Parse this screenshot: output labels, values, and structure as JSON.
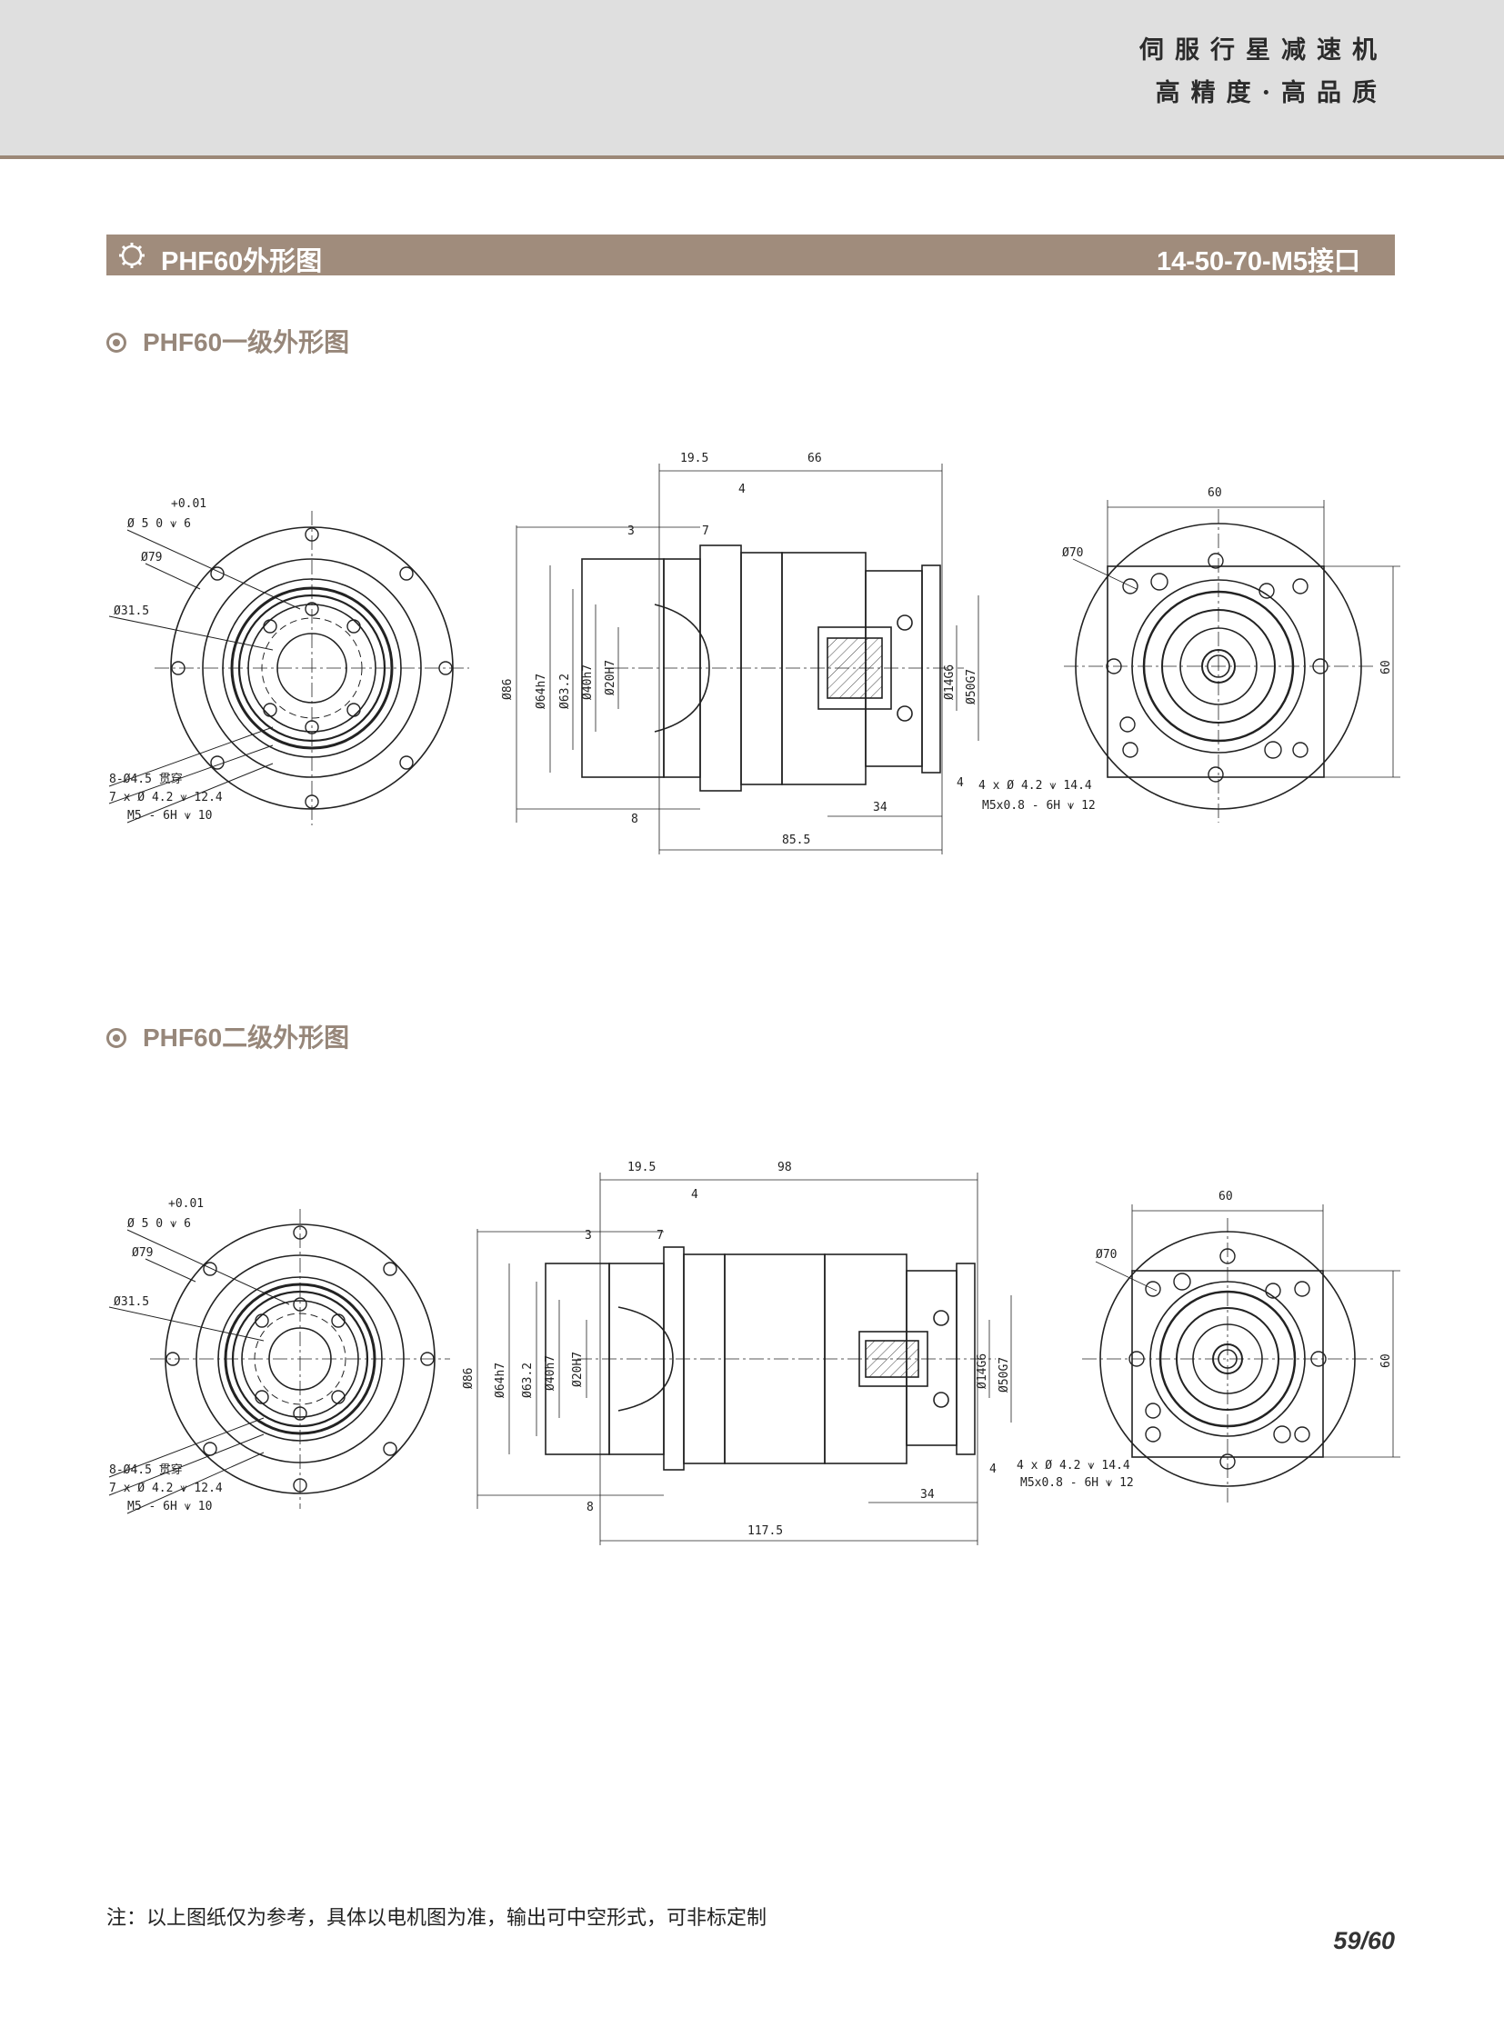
{
  "header": {
    "slogan_line1": "伺服行星减速机",
    "slogan_line2": "高精度·高品质"
  },
  "title_bar": {
    "left": "PHF60外形图",
    "right": "14-50-70-M5接口"
  },
  "sections": [
    {
      "heading": "PHF60一级外形图",
      "dims": {
        "tol": "+0.01",
        "pin": "Ø 5  0  ⩛ 6",
        "d79": "Ø79",
        "d31": "Ø31.5",
        "holes1": "8-Ø4.5 贯穿",
        "holes2": "7 x Ø 4.2 ⩛ 12.4",
        "holes3": "M5 - 6H ⩛ 10",
        "top_19": "19.5",
        "top_len": "66",
        "top_4": "4",
        "top_3": "3",
        "top_7": "7",
        "d86": "Ø86",
        "d64": "Ø64h7",
        "d63": "Ø63.2",
        "d40": "Ø40h7",
        "d20": "Ø20H7",
        "d14": "Ø14G6",
        "d50": "Ø50G7",
        "b8": "8",
        "b34": "34",
        "b4": "4",
        "total": "85.5",
        "mh1": "4 x Ø 4.2 ⩛ 14.4",
        "mh2": "M5x0.8 - 6H ⩛ 12",
        "r60a": "60",
        "r60b": "60",
        "d70": "Ø70"
      }
    },
    {
      "heading": "PHF60二级外形图",
      "dims": {
        "tol": "+0.01",
        "pin": "Ø 5  0  ⩛ 6",
        "d79": "Ø79",
        "d31": "Ø31.5",
        "holes1": "8-Ø4.5 贯穿",
        "holes2": "7 x Ø 4.2 ⩛ 12.4",
        "holes3": "M5 - 6H ⩛ 10",
        "top_19": "19.5",
        "top_len": "98",
        "top_4": "4",
        "top_3": "3",
        "top_7": "7",
        "d86": "Ø86",
        "d64": "Ø64h7",
        "d63": "Ø63.2",
        "d40": "Ø40h7",
        "d20": "Ø20H7",
        "d14": "Ø14G6",
        "d50": "Ø50G7",
        "b8": "8",
        "b34": "34",
        "b4": "4",
        "total": "117.5",
        "mh1": "4 x Ø 4.2 ⩛ 14.4",
        "mh2": "M5x0.8 - 6H ⩛ 12",
        "r60a": "60",
        "r60b": "60",
        "d70": "Ø70"
      }
    }
  ],
  "footer": {
    "note": "注：以上图纸仅为参考，具体以电机图为准，输出可中空形式，可非标定制",
    "page": "59/60"
  }
}
